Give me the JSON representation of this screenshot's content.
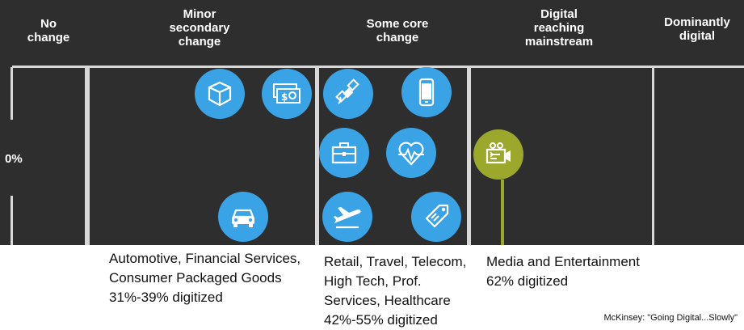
{
  "columns": [
    {
      "label": "No\nchange"
    },
    {
      "label": "Minor\nsecondary\nchange"
    },
    {
      "label": "Some core\nchange"
    },
    {
      "label": "Digital\nreaching\nmainstream"
    },
    {
      "label": "Dominantly\ndigital"
    }
  ],
  "axis_label": "0%",
  "icons": [
    {
      "name": "package-box-icon",
      "color": "#3aa3e6"
    },
    {
      "name": "cash-bills-icon",
      "color": "#3aa3e6"
    },
    {
      "name": "satellite-icon",
      "color": "#3aa3e6"
    },
    {
      "name": "smartphone-icon",
      "color": "#3aa3e6"
    },
    {
      "name": "briefcase-icon",
      "color": "#3aa3e6"
    },
    {
      "name": "heart-pulse-icon",
      "color": "#3aa3e6"
    },
    {
      "name": "car-icon",
      "color": "#3aa3e6"
    },
    {
      "name": "airplane-icon",
      "color": "#3aa3e6"
    },
    {
      "name": "price-tag-icon",
      "color": "#3aa3e6"
    },
    {
      "name": "video-camera-icon",
      "color": "#9ca82c"
    }
  ],
  "captions": [
    {
      "text": "Automotive, Financial Services,\nConsumer Packaged Goods\n31%-39% digitized"
    },
    {
      "text": "Retail, Travel, Telecom,\nHigh Tech, Prof.\nServices, Healthcare\n42%-55% digitized"
    },
    {
      "text": "Media and Entertainment\n62% digitized"
    }
  ],
  "source": "McKinsey: \"Going Digital...Slowly\""
}
